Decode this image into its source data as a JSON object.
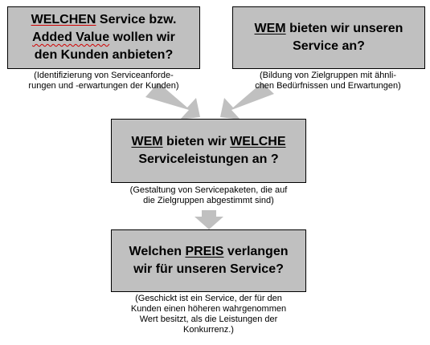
{
  "colors": {
    "box_fill": "#c0c0c0",
    "arrow_fill": "#c0c0c0",
    "border": "#000000",
    "text": "#000000",
    "spellcheck_underline": "#d00000"
  },
  "boxes": {
    "box1": {
      "l1_a": "WELCHEN",
      "l1_b": " Service bzw.",
      "l2_a": "Added Value",
      "l2_b": " wollen wir",
      "l3": "den Kunden anbieten?"
    },
    "box2": {
      "l1_a": "WEM",
      "l1_b": " bieten wir unseren",
      "l2": "Service an?"
    },
    "box3": {
      "l1_a": "WEM",
      "l1_b": " bieten wir ",
      "l1_c": "WELCHE",
      "l2": "Serviceleistungen an ?"
    },
    "box4": {
      "l1_a": "Welchen ",
      "l1_b": "PREIS",
      "l1_c": " verlangen",
      "l2": "wir für unseren Service?"
    }
  },
  "notes": {
    "note1": [
      "(Identifizierung von Serviceanforde-",
      "rungen und -erwartungen der Kunden)"
    ],
    "note2": [
      "(Bildung von Zielgruppen mit ähnli-",
      "chen Bedürfnissen und Erwartungen)"
    ],
    "note3": [
      "(Gestaltung von Servicepaketen, die auf",
      "die Zielgruppen abgestimmt sind)"
    ],
    "note4": [
      "(Geschickt ist ein Service, der für den",
      "Kunden einen höheren wahrgenommen",
      "Wert besitzt, als die Leistungen der",
      "Konkurrenz.)"
    ]
  }
}
